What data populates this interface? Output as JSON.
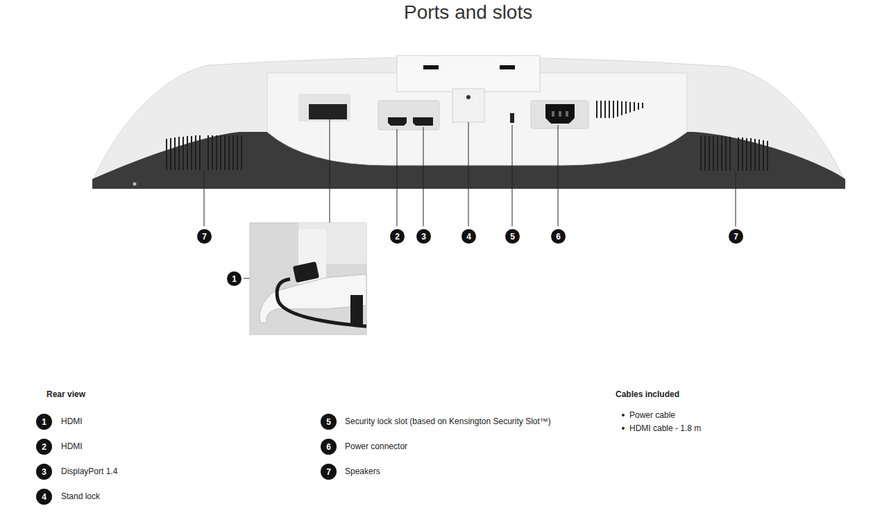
{
  "diagram": {
    "title": "Ports and slots",
    "labels": [
      "7",
      "1",
      "2",
      "3",
      "4",
      "5",
      "6",
      "7",
      "Rear view",
      "1",
      "HDMI",
      "2",
      "HDMI",
      "3",
      "DisplayPort 1.4",
      "4",
      "Stand lock",
      "5",
      "Security lock slot (based on Kensington Security Slot™)",
      "6",
      "Power connector",
      "7",
      "Speakers",
      "Cables included",
      "Power cable",
      "HDMI cable - 1.8 m"
    ]
  }
}
